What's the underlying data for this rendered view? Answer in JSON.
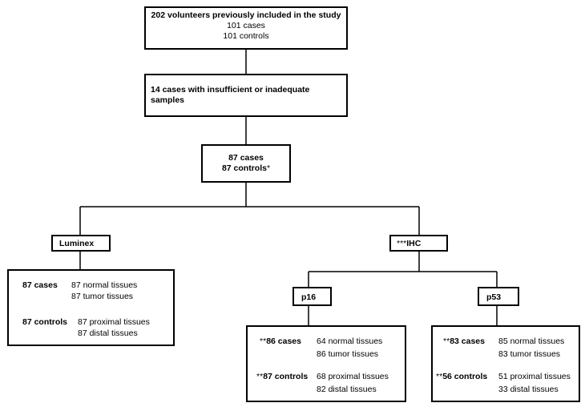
{
  "top": {
    "title": "202 volunteers previously included in the study",
    "line1": "101 cases",
    "line2": "101 controls"
  },
  "excluded": {
    "line1": "14 cases with insufficient or inadequate",
    "line2": "samples"
  },
  "included": {
    "line1": "87 cases",
    "line2_bold": "87 controls",
    "line2_mark": "*"
  },
  "luminex": {
    "label": "Luminex",
    "cases_label": "87 cases",
    "cases_line1": "87 normal tissues",
    "cases_line2": "87 tumor tissues",
    "controls_label": "87 controls",
    "controls_line1": "87 proximal tissues",
    "controls_line2": "87 distal tissues"
  },
  "ihc": {
    "prefix": "***",
    "label": "IHC"
  },
  "p16": {
    "label": "p16",
    "cases_prefix": "**",
    "cases_label": "86 cases",
    "cases_line1": "64 normal tissues",
    "cases_line2": "86 tumor tissues",
    "controls_prefix": "**",
    "controls_label": "87 controls",
    "controls_line1": "68 proximal tissues",
    "controls_line2": "82 distal tissues"
  },
  "p53": {
    "label": "p53",
    "cases_prefix": "**",
    "cases_label": "83 cases",
    "cases_line1": "85 normal tissues",
    "cases_line2": "83 tumor tissues",
    "controls_prefix": "**",
    "controls_label": "56 controls",
    "controls_line1": "51 proximal tissues",
    "controls_line2": "33 distal tissues"
  }
}
